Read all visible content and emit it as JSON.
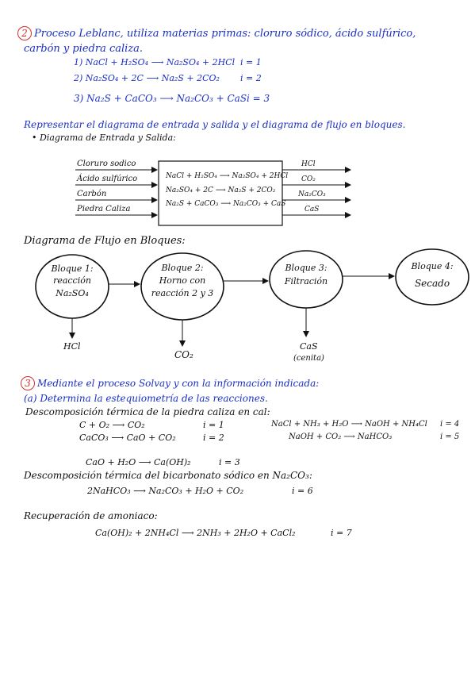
{
  "section2": {
    "number": "2",
    "intro_l1": "Proceso Leblanc, utiliza materias primas: cloruro sódico, ácido sulfúrico,",
    "intro_l2": "carbón y piedra caliza.",
    "reactions": [
      {
        "eq": "1) NaCl + H₂SO₄ ⟶ Na₂SO₄ + 2HCl",
        "idx": "i = 1"
      },
      {
        "eq": "2) Na₂SO₄ + 2C ⟶ Na₂S + 2CO₂",
        "idx": "i = 2"
      },
      {
        "eq": "3) Na₂S + CaCO₃ ⟶ Na₂CO₃ + CaS",
        "idx": "i = 3"
      }
    ],
    "task": "Representar el diagrama de entrada y salida y el diagrama de flujo en bloques.",
    "io_title": "• Diagrama de Entrada y Salida:",
    "inputs": [
      "Cloruro sodico",
      "Ácido sulfúrico",
      "Carbón",
      "Piedra Caliza"
    ],
    "box_lines": [
      "NaCl + H₂SO₄ ⟶ Na₂SO₄ + 2HCl",
      "Na₂SO₄ + 2C ⟶ Na₂S + 2CO₂",
      "Na₂S + CaCO₃ ⟶ Na₂CO₃ + CaS"
    ],
    "outputs": [
      "HCl",
      "CO₂",
      "Na₂CO₃",
      "CaS"
    ],
    "flow_title": "Diagrama de Flujo en Bloques:",
    "blocks": [
      {
        "l1": "Bloque 1:",
        "l2": "reacción",
        "l3": "Na₂SO₄"
      },
      {
        "l1": "Bloque 2:",
        "l2": "Horno con",
        "l3": "reacción 2 y 3"
      },
      {
        "l1": "Bloque 3:",
        "l2": "Filtración",
        "l3": ""
      },
      {
        "l1": "Bloque 4:",
        "l2": "Secado",
        "l3": ""
      }
    ],
    "block_out1": "HCl",
    "block_out2": "CO₂",
    "block_out3": "CaS",
    "block_out3_note": "(cenita)"
  },
  "section3": {
    "number": "3",
    "intro": "Mediante el proceso Solvay y con la información indicada:",
    "task_a": "(a) Determina la estequiometría de las reacciones.",
    "subtitle1": "Descomposición térmica de la piedra caliza en cal:",
    "r1": {
      "eq": "C + O₂ ⟶ CO₂",
      "idx": "i = 1"
    },
    "r2": {
      "eq": "CaCO₃ ⟶ CaO + CO₂",
      "idx": "i = 2"
    },
    "r4": {
      "eq": "NaCl + NH₃ + H₂O ⟶ NaOH + NH₄Cl",
      "idx": "i = 4"
    },
    "r5": {
      "eq": "NaOH + CO₂ ⟶ NaHCO₃",
      "idx": "i = 5"
    },
    "r3": {
      "eq": "CaO + H₂O ⟶ Ca(OH)₂",
      "idx": "i = 3"
    },
    "subtitle2": "Descomposición térmica del bicarbonato sódico en Na₂CO₃:",
    "r6": {
      "eq": "2NaHCO₃ ⟶ Na₂CO₃ + H₂O + CO₂",
      "idx": "i = 6"
    },
    "subtitle3": "Recuperación de amoniaco:",
    "r7": {
      "eq": "Ca(OH)₂ + 2NH₄Cl ⟶ 2NH₃ + 2H₂O + CaCl₂",
      "idx": "i = 7"
    }
  }
}
